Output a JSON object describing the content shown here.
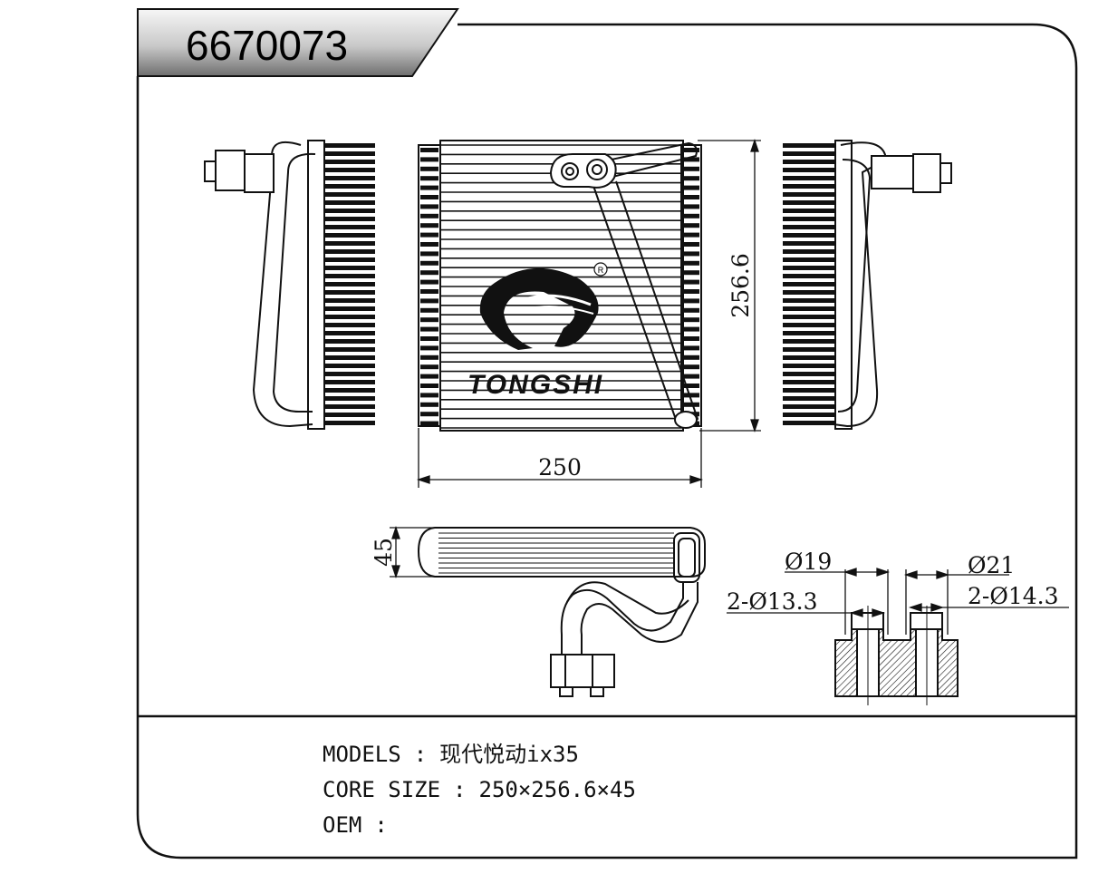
{
  "part_number": "6670073",
  "brand": {
    "logo_text": "TONGSHI",
    "registered_mark": "R"
  },
  "dimensions": {
    "width": "250",
    "height": "256.6",
    "depth": "45",
    "port_1_outer": "Ø19",
    "port_2_outer": "Ø21",
    "port_1_inner": "2-Ø13.3",
    "port_2_inner": "2-Ø14.3"
  },
  "specs": {
    "models_label": "MODELS",
    "models_value": "现代悦动ix35",
    "core_size_label": "CORE SIZE",
    "core_size_value": "250×256.6×45",
    "oem_label": "OEM",
    "oem_value": "",
    "separator": ":"
  },
  "colors": {
    "line": "#111111",
    "header_gradient_light": "#f4f4f4",
    "header_gradient_dark": "#7a7a7a"
  }
}
